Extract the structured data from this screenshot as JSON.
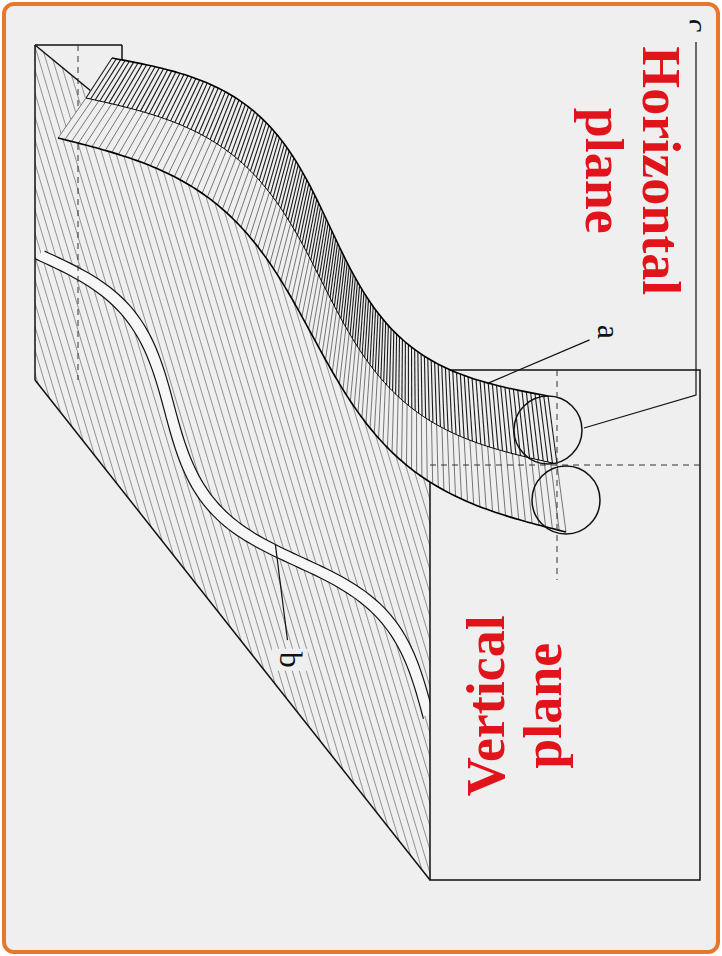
{
  "diagram": {
    "labels": [
      "c",
      "Horizontal plane",
      "a",
      "Vertical plane",
      "b"
    ]
  }
}
